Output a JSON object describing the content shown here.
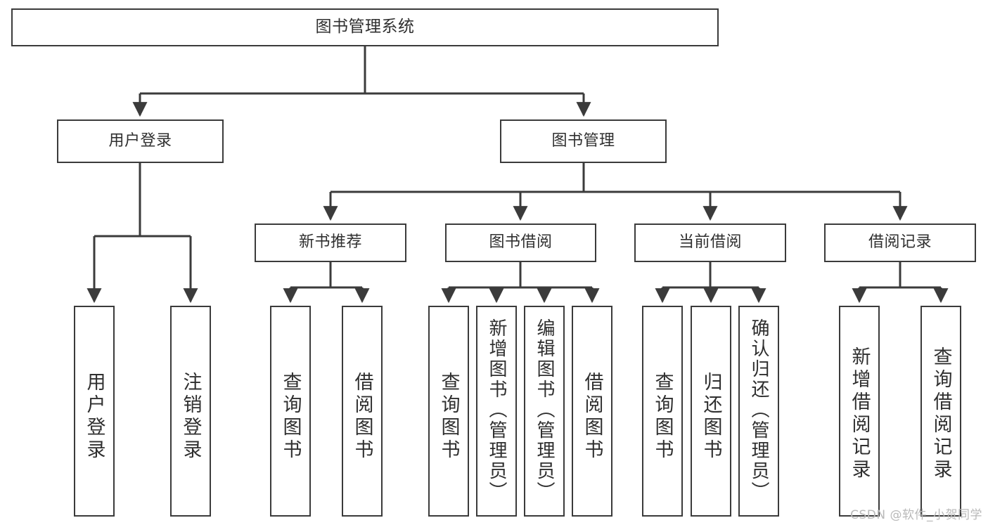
{
  "diagram": {
    "type": "tree-hierarchy",
    "title": "图书管理系统",
    "orientation": "top-down",
    "line_color": "#3b3b3b",
    "background_color": "#ffffff",
    "text_color": "#2f2f2f",
    "watermark": "CSDN @软件_小贺同学"
  },
  "nodes": {
    "root": {
      "label": "图书管理系统"
    },
    "level1": [
      {
        "label": "用户登录"
      },
      {
        "label": "图书管理"
      }
    ],
    "level2": [
      {
        "label": "新书推荐"
      },
      {
        "label": "图书借阅"
      },
      {
        "label": "当前借阅"
      },
      {
        "label": "借阅记录"
      }
    ],
    "leaves": {
      "user_login": [
        {
          "label": "用户登录"
        },
        {
          "label": "注销登录"
        }
      ],
      "new_book_recommend": [
        {
          "label": "查询图书"
        },
        {
          "label": "借阅图书"
        }
      ],
      "book_borrow": [
        {
          "label": "查询图书"
        },
        {
          "label": "新增图书（管理员）"
        },
        {
          "label": "编辑图书（管理员）"
        },
        {
          "label": "借阅图书"
        }
      ],
      "current_borrow": [
        {
          "label": "查询图书"
        },
        {
          "label": "归还图书"
        },
        {
          "label": "确认归还（管理员）"
        }
      ],
      "borrow_record": [
        {
          "label": "新增借阅记录"
        },
        {
          "label": "查询借阅记录"
        }
      ]
    }
  }
}
